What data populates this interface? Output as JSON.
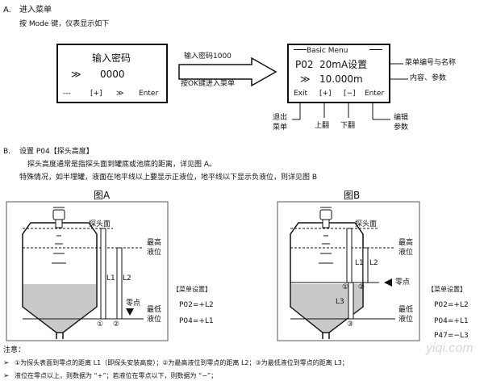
{
  "section_a": {
    "marker": "A.",
    "title": "进入菜单",
    "instruction": "按 Mode 键，仪表显示如下"
  },
  "screen_left": {
    "line1": "输入密码",
    "arrow": "≫",
    "value": "0000",
    "btn1": "---",
    "btn2": "[+]",
    "btn3": "≫",
    "btn4": "Enter"
  },
  "big_arrow": {
    "top": "输入密码1000",
    "bottom": "按OK键进入菜单"
  },
  "screen_right": {
    "header": "Basic Menu",
    "code": "P02",
    "name": "20mA设置",
    "arrow": "≫",
    "value": "10.000m",
    "btn1": "Exit",
    "btn2": "[+]",
    "btn3": "[−]",
    "btn4": "Enter"
  },
  "callouts": {
    "menu_no_name": "菜单编号与名称",
    "content_param": "内容、参数",
    "exit_1": "退出",
    "exit_2": "菜单",
    "up": "上翻",
    "down": "下翻",
    "edit_1": "编辑",
    "edit_2": "参数"
  },
  "section_b": {
    "marker": "B.",
    "title": "设置 P04【探头高度】",
    "line1": "探头高度通常是指探头面到罐底或池底的距离，详见图 A。",
    "line2": "特殊情况，如半埋罐，液面在地平线以上要显示正液位，地平线以下显示负液位，则详见图 B"
  },
  "fig_a": {
    "title": "图A",
    "probe_face": "探头面",
    "max_1": "最高",
    "max_2": "液位",
    "min_1": "最低",
    "min_2": "液位",
    "zero_1": "零点",
    "l1": "L1",
    "l2": "L2",
    "c1": "①",
    "c2": "②",
    "menu_title": "【菜单设置】",
    "set1": "P02=+L2",
    "set2": "P04=+L1"
  },
  "fig_b": {
    "title": "图B",
    "probe_face": "探头面",
    "max_1": "最高",
    "max_2": "液位",
    "min_1": "最低",
    "min_2": "液位",
    "zero": "零点",
    "l1": "L1",
    "l2": "L2",
    "l3": "L3",
    "c1": "①",
    "c2": "②",
    "c3": "③",
    "menu_title": "【菜单设置】",
    "set1": "P02=+L2",
    "set2": "P04=+L1",
    "set3": "P47=−L3"
  },
  "notes": {
    "heading": "注意：",
    "bullet1": "①为探头表面到零点的距离 L1（即探头安装高度）；②为最高液位到零点的距离 L2；③为最低液位到零点的距离 L3；",
    "bullet2": "液位在零点以上，则数据为 “+”；若液位在零点以下，则数据为 “−”；"
  },
  "watermark": "yiqi.com",
  "colors": {
    "text": "#111111",
    "liquid": "#c9c9c9",
    "tank_bg": "#ffffff"
  }
}
